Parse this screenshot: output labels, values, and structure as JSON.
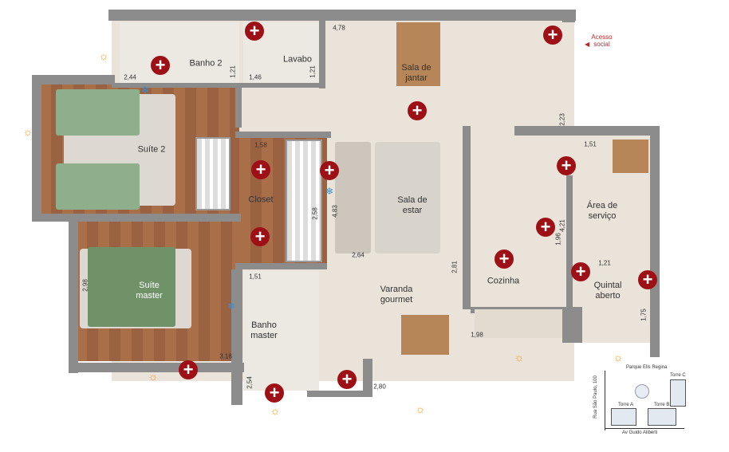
{
  "rooms": {
    "banho2": "Banho 2",
    "lavabo": "Lavabo",
    "sala_jantar": "Sala de\njantar",
    "suite2": "Suíte 2",
    "closet": "Closet",
    "sala_estar": "Sala de\nestar",
    "area_servico": "Área de\nserviço",
    "cozinha": "Cozinha",
    "quintal": "Quintal\naberto",
    "suite_master": "Suíte\nmaster",
    "banho_master": "Banho\nmaster",
    "varanda": "Varanda\ngourmet"
  },
  "dimensions": {
    "d1": "2,44",
    "d2": "1,21",
    "d3": "1,46",
    "d4": "1,21",
    "d5": "4,78",
    "d6": "1,58",
    "d7": "2,58",
    "d8": "4,83",
    "d9": "2,23",
    "d10": "1,51",
    "d11": "4,21",
    "d12": "1,96",
    "d13": "1,21",
    "d14": "1,75",
    "d15": "2,81",
    "d16": "2,64",
    "d17": "2,98",
    "d18": "3,18",
    "d19": "1,51",
    "d20": "2,54",
    "d21": "1,98",
    "d22": "2,80"
  },
  "access": {
    "label": "Acesso\nsocial",
    "arrow": "◀"
  },
  "icons": {
    "marker": "plus-circle",
    "sun": "sun-icon",
    "ac": "snowflake-icon"
  },
  "marker_symbol": "+",
  "sun_symbol": "☼",
  "snow_symbol": "❄",
  "site_plan": {
    "top": "Parque Ells Regina",
    "left": "Rua São Paulo, 100",
    "bottom": "Av Guido Aliberti",
    "towers": [
      "Torre A",
      "Torre B",
      "Torre C"
    ]
  },
  "colors": {
    "marker": "#9d1016",
    "wall": "#8c8c8c",
    "floor": "#e9e3d9",
    "wood": "#a86f48"
  }
}
